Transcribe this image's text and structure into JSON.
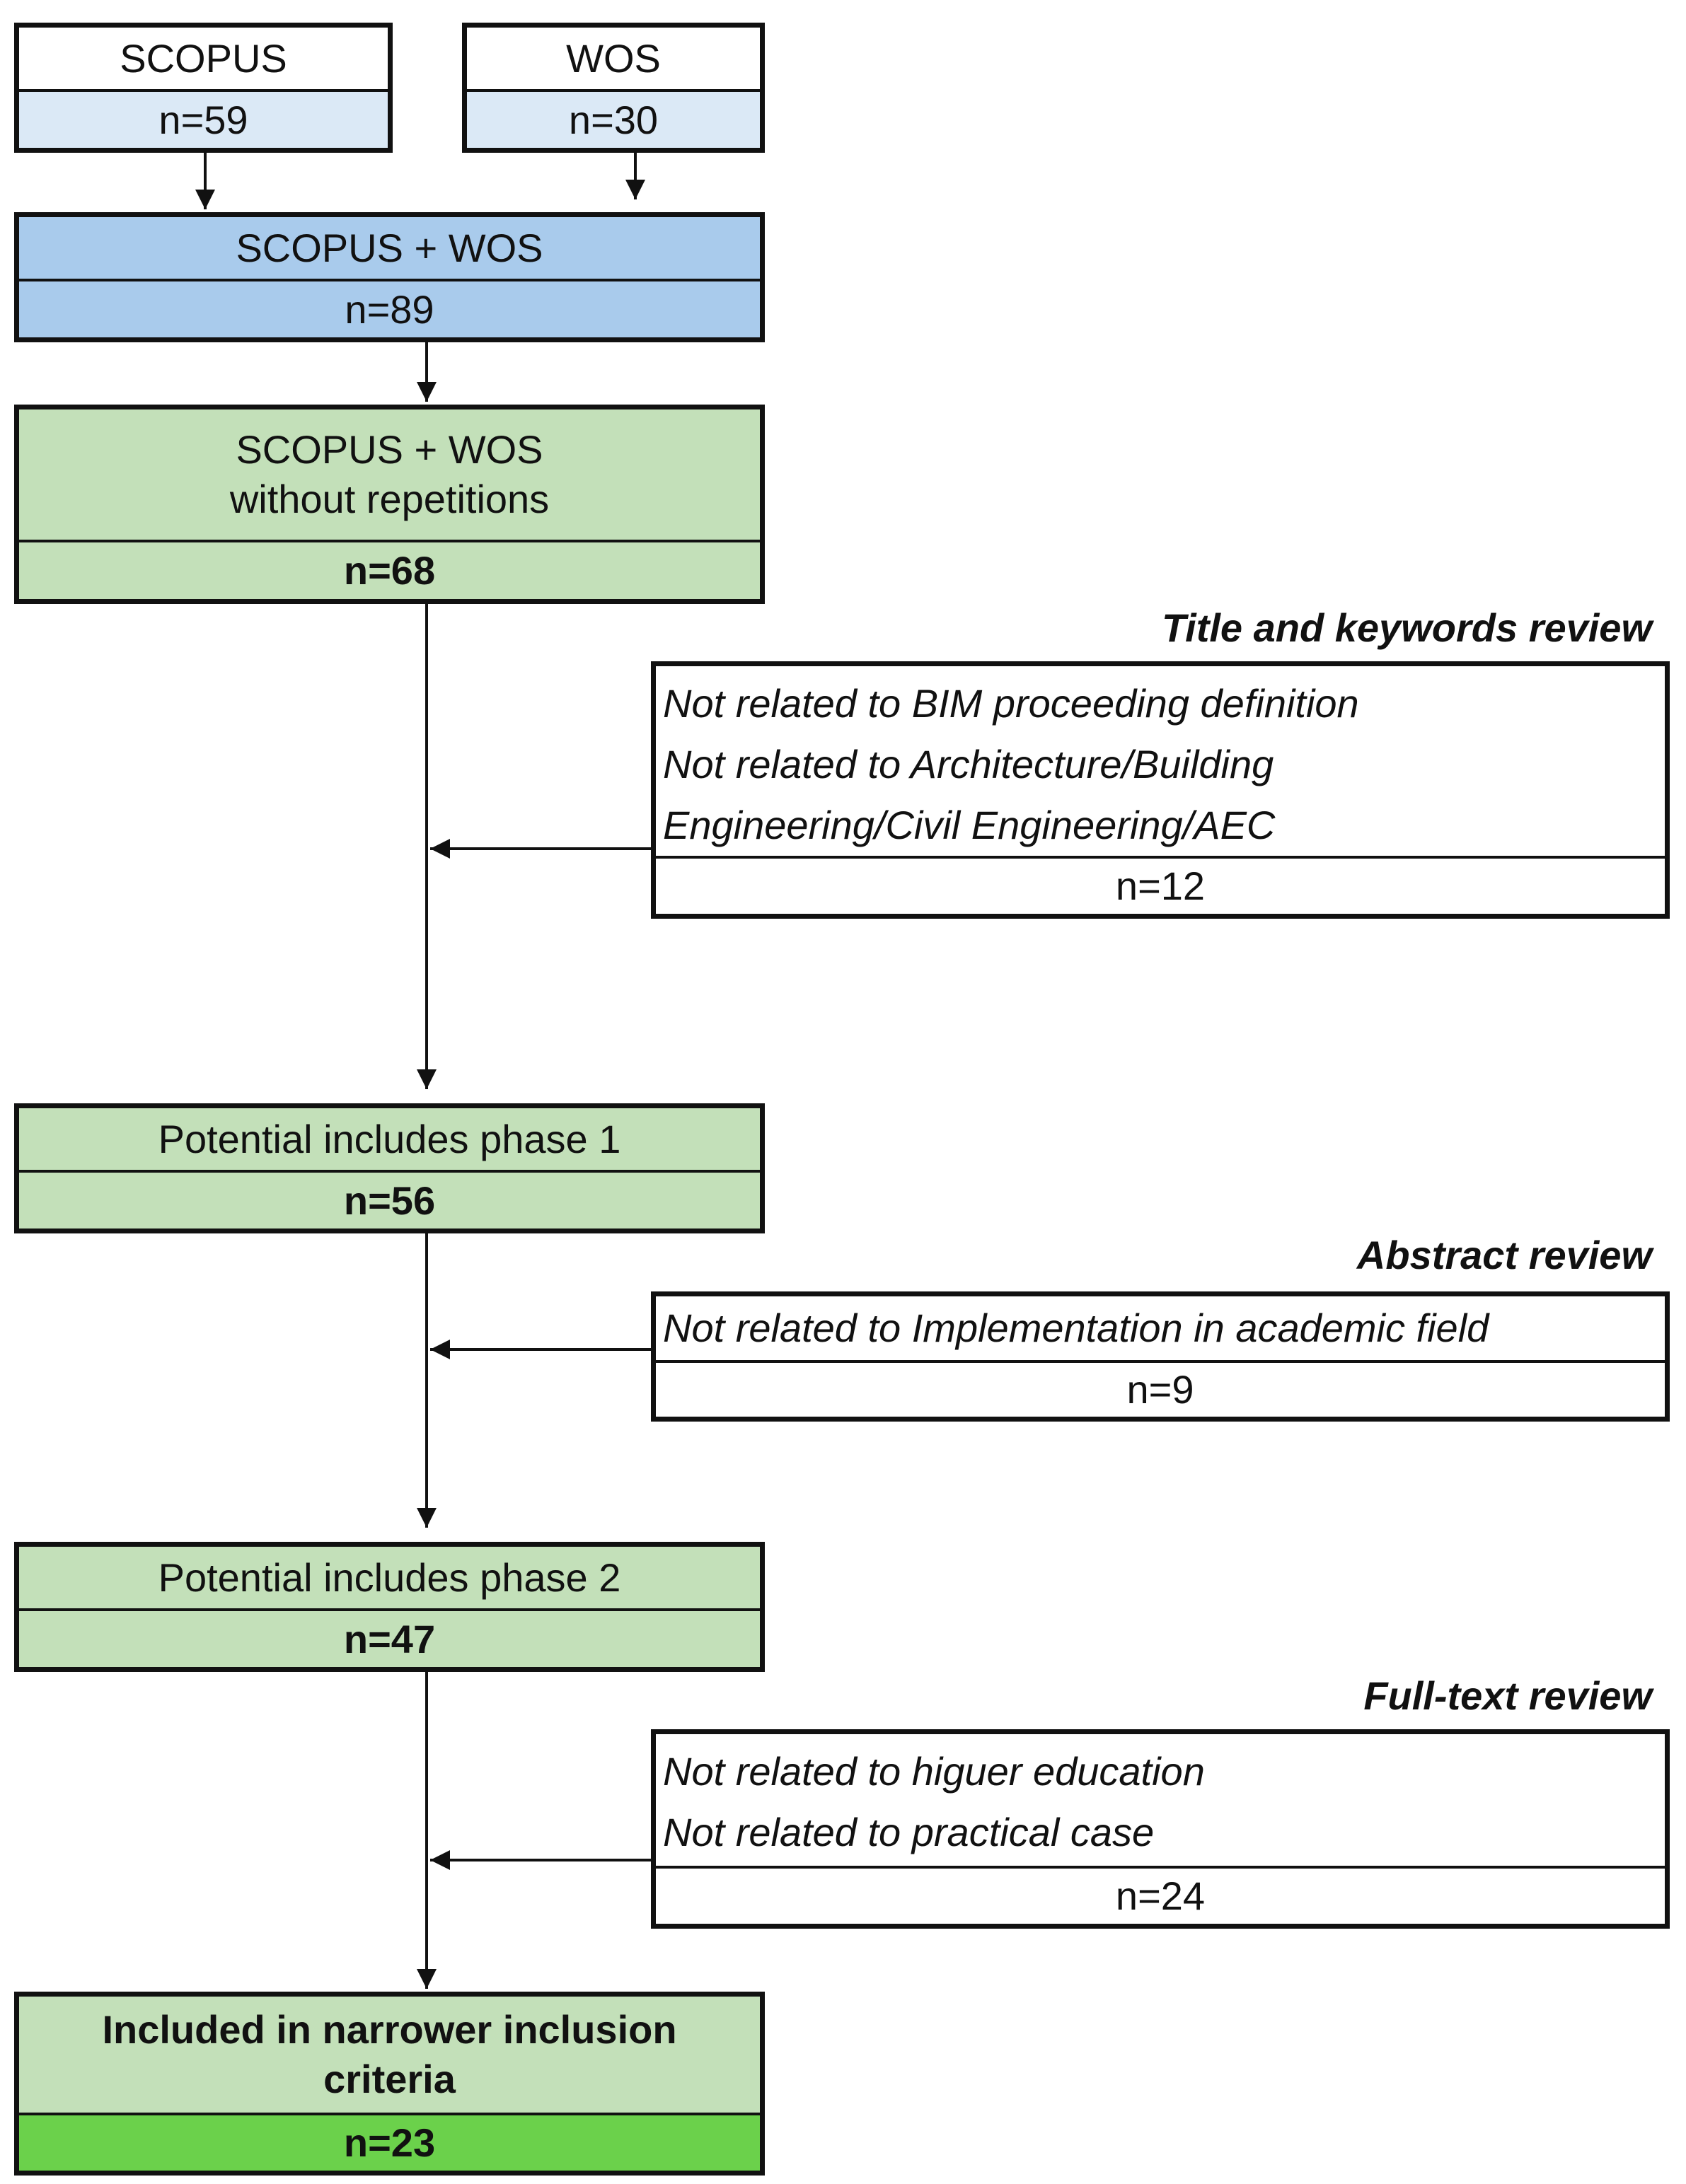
{
  "sources": {
    "scopus": {
      "label": "SCOPUS",
      "count": "n=59"
    },
    "wos": {
      "label": "WOS",
      "count": "n=30"
    }
  },
  "combined": {
    "label": "SCOPUS + WOS",
    "count": "n=89"
  },
  "deduplicated": {
    "line1": "SCOPUS + WOS",
    "line2": "without repetitions",
    "count": "n=68"
  },
  "phase1": {
    "label": "Potential includes phase 1",
    "count": "n=56"
  },
  "phase2": {
    "label": "Potential includes phase 2",
    "count": "n=47"
  },
  "final": {
    "line1": "Included in narrower inclusion",
    "line2": "criteria",
    "count": "n=23"
  },
  "exclusions": {
    "title_review": {
      "heading": "Title and keywords review",
      "criteria": [
        "Not related to BIM proceeding definition",
        "Not related to Architecture/Building",
        "Engineering/Civil Engineering/AEC"
      ],
      "count": "n=12"
    },
    "abstract_review": {
      "heading": "Abstract review",
      "criteria": [
        "Not related to Implementation in academic field"
      ],
      "count": "n=9"
    },
    "fulltext_review": {
      "heading": "Full-text review",
      "criteria": [
        "Not related to higuer education",
        "Not related to practical case"
      ],
      "count": "n=24"
    }
  },
  "colors": {
    "light_blue": "#dbe9f6",
    "mid_blue": "#a9cbec",
    "light_green": "#c3e0b9",
    "bright_green": "#6bd14b"
  }
}
